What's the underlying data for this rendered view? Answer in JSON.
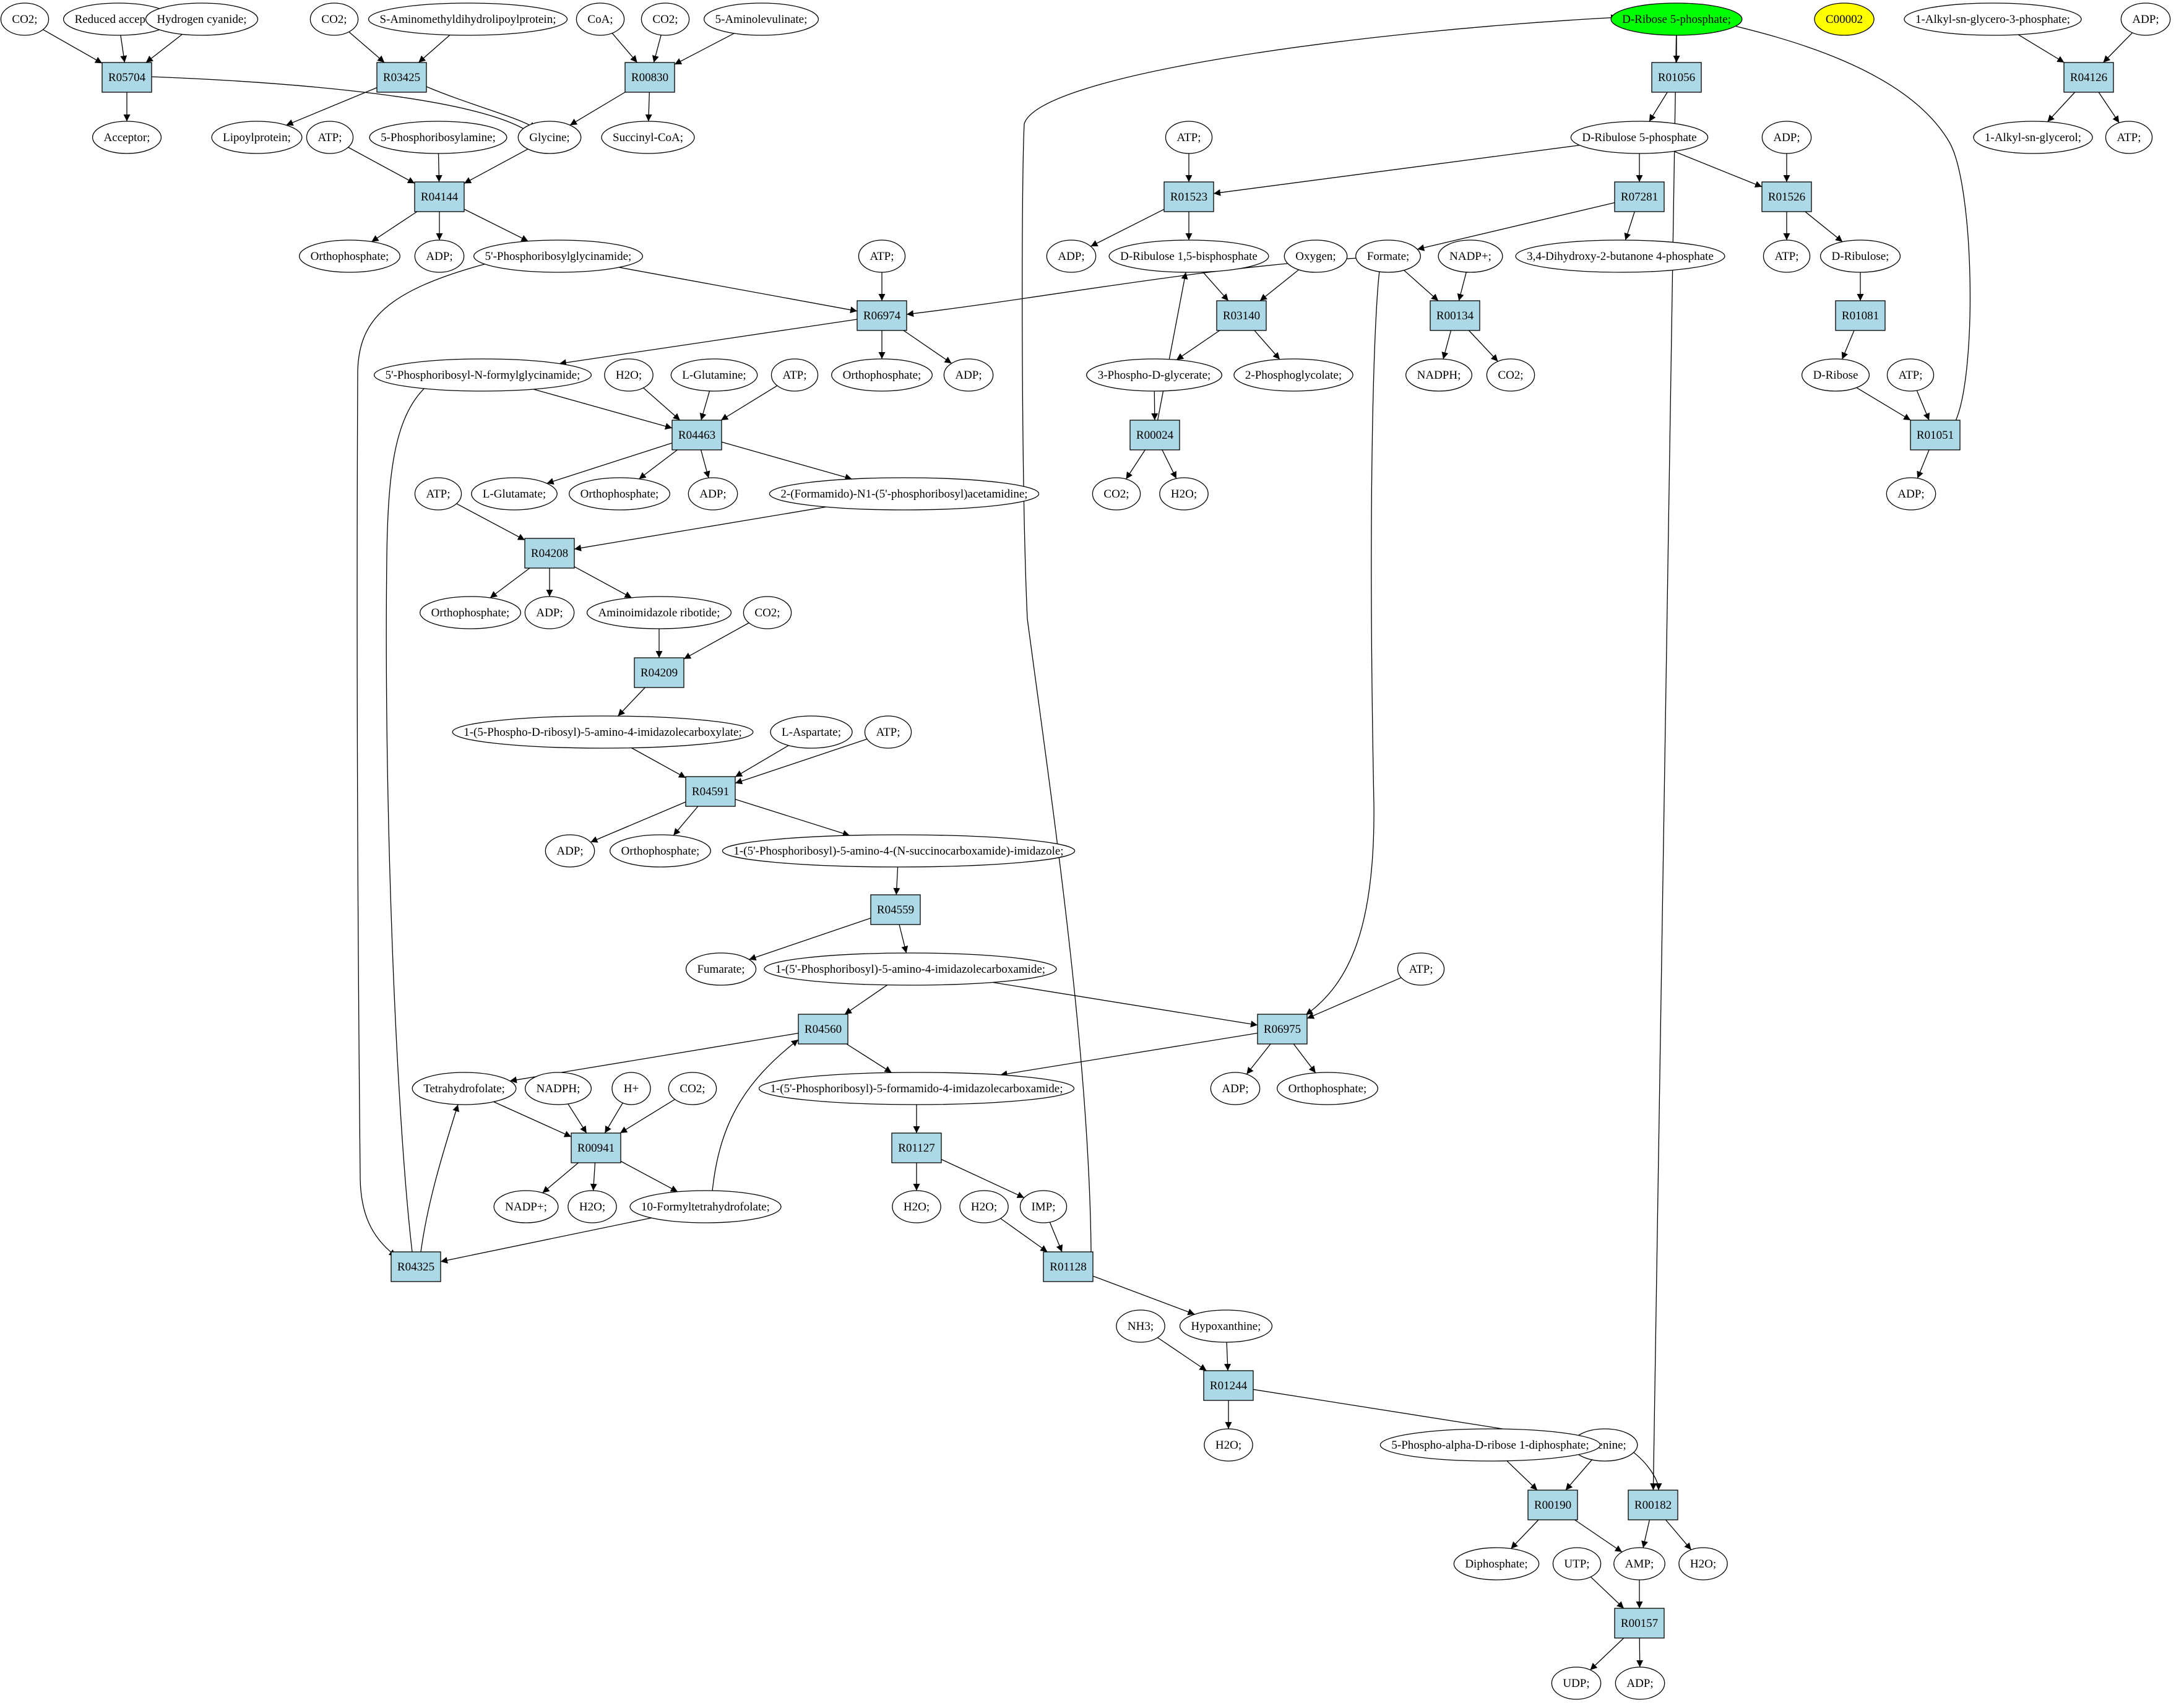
{
  "colors": {
    "reaction_fill": "#add8e6",
    "highlight_fill": "#00ff00",
    "query_fill": "#ffff00",
    "metabolite_fill": "#ffffff"
  },
  "reactions": [
    "R05704",
    "R03425",
    "R00830",
    "R01056",
    "R04126",
    "R04144",
    "R01523",
    "R07281",
    "R01526",
    "R06974",
    "R03140",
    "R00134",
    "R01081",
    "R04463",
    "R00024",
    "R01051",
    "R04208",
    "R04209",
    "R04591",
    "R04559",
    "R04560",
    "R06975",
    "R00941",
    "R01127",
    "R04325",
    "R01128",
    "R01244",
    "R00190",
    "R00182",
    "R00157"
  ],
  "metabolites": [
    "CO2;",
    "Reduced acceptor;",
    "Hydrogen cyanide;",
    "CO2;",
    "S-Aminomethyldihydrolipoylprotein;",
    "CoA;",
    "CO2;",
    "5-Aminolevulinate;",
    "D-Ribose 5-phosphate;",
    "C00002",
    "1-Alkyl-sn-glycero-3-phosphate;",
    "ADP;",
    "Acceptor;",
    "Lipoylprotein;",
    "ATP;",
    "5-Phosphoribosylamine;",
    "Glycine;",
    "Succinyl-CoA;",
    "1-Alkyl-sn-glycerol;",
    "ATP;",
    "ATP;",
    "D-Ribulose 5-phosphate",
    "ADP;",
    "Orthophosphate;",
    "ADP;",
    "5'-Phosphoribosylglycinamide;",
    "ATP;",
    "ADP;",
    "D-Ribulose 1,5-bisphosphate",
    "Oxygen;",
    "Formate;",
    "NADP+;",
    "3,4-Dihydroxy-2-butanone 4-phosphate",
    "ATP;",
    "D-Ribulose;",
    "5'-Phosphoribosyl-N-formylglycinamide;",
    "Orthophosphate;",
    "ADP;",
    "3-Phospho-D-glycerate;",
    "2-Phosphoglycolate;",
    "NADPH;",
    "CO2;",
    "D-Ribose",
    "ATP;",
    "H2O;",
    "L-Glutamine;",
    "ATP;",
    "L-Glutamate;",
    "Orthophosphate;",
    "ADP;",
    "2-(Formamido)-N1-(5'-phosphoribosyl)acetamidine;",
    "CO2;",
    "H2O;",
    "ADP;",
    "ATP;",
    "Orthophosphate;",
    "ADP;",
    "Aminoimidazole ribotide;",
    "CO2;",
    "1-(5-Phospho-D-ribosyl)-5-amino-4-imidazolecarboxylate;",
    "L-Aspartate;",
    "ATP;",
    "ADP;",
    "Orthophosphate;",
    "1-(5'-Phosphoribosyl)-5-amino-4-(N-succinocarboxamide)-imidazole;",
    "Fumarate;",
    "1-(5'-Phosphoribosyl)-5-amino-4-imidazolecarboxamide;",
    "ATP;",
    "Tetrahydrofolate;",
    "1-(5'-Phosphoribosyl)-5-formamido-4-imidazolecarboxamide;",
    "ADP;",
    "Orthophosphate;",
    "NADPH;",
    "H+",
    "CO2;",
    "NADP+;",
    "H2O;",
    "10-Formyltetrahydrofolate;",
    "H2O;",
    "H2O;",
    "IMP;",
    "NH3;",
    "Hypoxanthine;",
    "H2O;",
    "Adenine;",
    "5-Phospho-alpha-D-ribose 1-diphosphate;",
    "Diphosphate;",
    "AMP;",
    "UTP;",
    "H2O;",
    "UDP;",
    "ADP;"
  ],
  "edges": [
    [
      "m0",
      "r0"
    ],
    [
      "m1",
      "r0"
    ],
    [
      "m2",
      "r0"
    ],
    [
      "r0",
      "m12"
    ],
    [
      "r0",
      "m16"
    ],
    [
      "m3",
      "r1"
    ],
    [
      "m4",
      "r1"
    ],
    [
      "r1",
      "m13"
    ],
    [
      "r1",
      "m16"
    ],
    [
      "m5",
      "r2"
    ],
    [
      "m6",
      "r2"
    ],
    [
      "m7",
      "r2"
    ],
    [
      "r2",
      "m16"
    ],
    [
      "r2",
      "m17"
    ],
    [
      "m8",
      "r3"
    ],
    [
      "r3",
      "m21"
    ],
    [
      "m10",
      "r4"
    ],
    [
      "m11",
      "r4"
    ],
    [
      "r4",
      "m18"
    ],
    [
      "r4",
      "m19"
    ],
    [
      "m14",
      "r5"
    ],
    [
      "m15",
      "r5"
    ],
    [
      "m16",
      "r5"
    ],
    [
      "r5",
      "m23"
    ],
    [
      "r5",
      "m24"
    ],
    [
      "r5",
      "m25"
    ],
    [
      "m20",
      "r6"
    ],
    [
      "m21",
      "r6"
    ],
    [
      "r6",
      "m27"
    ],
    [
      "r6",
      "m28"
    ],
    [
      "m21",
      "r7"
    ],
    [
      "r7",
      "m30"
    ],
    [
      "r7",
      "m32"
    ],
    [
      "m21",
      "r8"
    ],
    [
      "m22",
      "r8"
    ],
    [
      "r8",
      "m33"
    ],
    [
      "r8",
      "m34"
    ],
    [
      "m25",
      "r9"
    ],
    [
      "m26",
      "r9"
    ],
    [
      "m30",
      "r9"
    ],
    [
      "r9",
      "m35"
    ],
    [
      "r9",
      "m36"
    ],
    [
      "r9",
      "m37"
    ],
    [
      "m28",
      "r10"
    ],
    [
      "m29",
      "r10"
    ],
    [
      "r10",
      "m38"
    ],
    [
      "r10",
      "m39"
    ],
    [
      "m30",
      "r11"
    ],
    [
      "m31",
      "r11"
    ],
    [
      "r11",
      "m40"
    ],
    [
      "r11",
      "m41"
    ],
    [
      "m34",
      "r12"
    ],
    [
      "r12",
      "m42"
    ],
    [
      "m35",
      "r13"
    ],
    [
      "m44",
      "r13"
    ],
    [
      "m45",
      "r13"
    ],
    [
      "m46",
      "r13"
    ],
    [
      "r13",
      "m47"
    ],
    [
      "r13",
      "m48"
    ],
    [
      "r13",
      "m49"
    ],
    [
      "r13",
      "m50"
    ],
    [
      "m38",
      "r14"
    ],
    [
      "r14",
      "m28"
    ],
    [
      "r14",
      "m51"
    ],
    [
      "r14",
      "m52"
    ],
    [
      "m42",
      "r15"
    ],
    [
      "m43",
      "r15"
    ],
    [
      "r15",
      "m53"
    ],
    [
      "r15",
      "m8"
    ],
    [
      "m50",
      "r16"
    ],
    [
      "m54",
      "r16"
    ],
    [
      "r16",
      "m55"
    ],
    [
      "r16",
      "m56"
    ],
    [
      "r16",
      "m57"
    ],
    [
      "m57",
      "r17"
    ],
    [
      "m58",
      "r17"
    ],
    [
      "r17",
      "m59"
    ],
    [
      "m59",
      "r18"
    ],
    [
      "m60",
      "r18"
    ],
    [
      "m61",
      "r18"
    ],
    [
      "r18",
      "m62"
    ],
    [
      "r18",
      "m63"
    ],
    [
      "r18",
      "m64"
    ],
    [
      "m64",
      "r19"
    ],
    [
      "r19",
      "m65"
    ],
    [
      "r19",
      "m66"
    ],
    [
      "m66",
      "r20"
    ],
    [
      "m77",
      "r20"
    ],
    [
      "r20",
      "m68"
    ],
    [
      "r20",
      "m69"
    ],
    [
      "m66",
      "r21"
    ],
    [
      "m67",
      "r21"
    ],
    [
      "m30",
      "r21"
    ],
    [
      "r21",
      "m69"
    ],
    [
      "r21",
      "m70"
    ],
    [
      "r21",
      "m71"
    ],
    [
      "m68",
      "r22"
    ],
    [
      "m72",
      "r22"
    ],
    [
      "m73",
      "r22"
    ],
    [
      "m74",
      "r22"
    ],
    [
      "r22",
      "m75"
    ],
    [
      "r22",
      "m76"
    ],
    [
      "r22",
      "m77"
    ],
    [
      "m69",
      "r23"
    ],
    [
      "r23",
      "m78"
    ],
    [
      "r23",
      "m80"
    ],
    [
      "m25",
      "r24"
    ],
    [
      "m77",
      "r24"
    ],
    [
      "r24",
      "m35"
    ],
    [
      "r24",
      "m68"
    ],
    [
      "m79",
      "r25"
    ],
    [
      "m80",
      "r25"
    ],
    [
      "r25",
      "m82"
    ],
    [
      "r25",
      "m8"
    ],
    [
      "m81",
      "r26"
    ],
    [
      "m82",
      "r26"
    ],
    [
      "r26",
      "m83"
    ],
    [
      "r26",
      "m84"
    ],
    [
      "m84",
      "r27"
    ],
    [
      "m85",
      "r27"
    ],
    [
      "r27",
      "m86"
    ],
    [
      "r27",
      "m87"
    ],
    [
      "m84",
      "r28"
    ],
    [
      "m8",
      "r28"
    ],
    [
      "r28",
      "m87"
    ],
    [
      "r28",
      "m89"
    ],
    [
      "m87",
      "r29"
    ],
    [
      "m88",
      "r29"
    ],
    [
      "r29",
      "m90"
    ],
    [
      "r29",
      "m91"
    ]
  ]
}
